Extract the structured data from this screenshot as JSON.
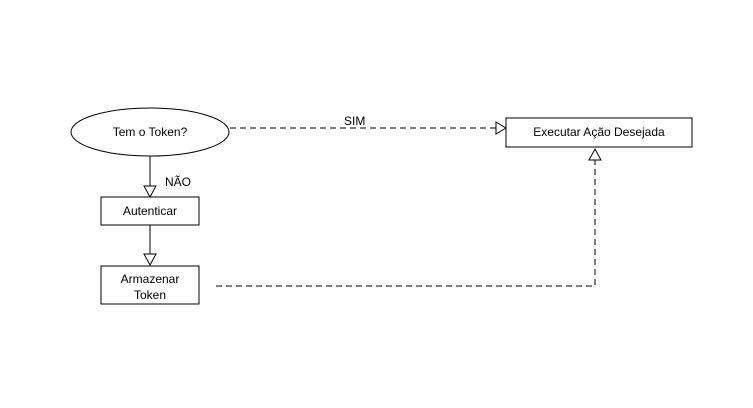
{
  "diagram": {
    "nodes": {
      "decision": {
        "label": "Tem o Token?"
      },
      "authenticate": {
        "label": "Autenticar"
      },
      "store": {
        "line1": "Armazenar",
        "line2": "Token"
      },
      "execute": {
        "label": "Executar Ação Desejada"
      }
    },
    "edges": {
      "yes_label": "SIM",
      "no_label": "NÃO"
    }
  }
}
